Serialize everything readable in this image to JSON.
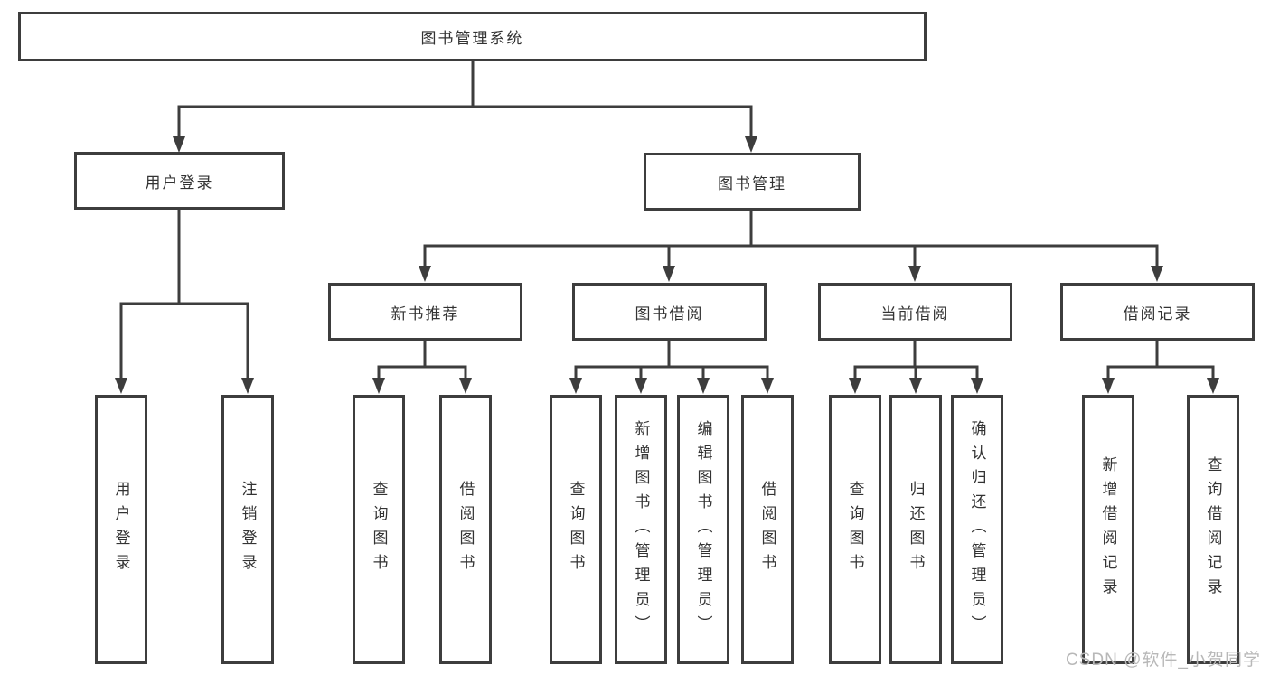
{
  "tree": {
    "label": "图书管理系统",
    "children": [
      {
        "label": "用户登录",
        "children": [
          {
            "label": "用户登录"
          },
          {
            "label": "注销登录"
          }
        ]
      },
      {
        "label": "图书管理",
        "children": [
          {
            "label": "新书推荐",
            "children": [
              {
                "label": "查询图书"
              },
              {
                "label": "借阅图书"
              }
            ]
          },
          {
            "label": "图书借阅",
            "children": [
              {
                "label": "查询图书"
              },
              {
                "label": "新增图书（管理员）"
              },
              {
                "label": "编辑图书（管理员）"
              },
              {
                "label": "借阅图书"
              }
            ]
          },
          {
            "label": "当前借阅",
            "children": [
              {
                "label": "查询图书"
              },
              {
                "label": "归还图书"
              },
              {
                "label": "确认归还（管理员）"
              }
            ]
          },
          {
            "label": "借阅记录",
            "children": [
              {
                "label": "新增借阅记录"
              },
              {
                "label": "查询借阅记录"
              }
            ]
          }
        ]
      }
    ]
  },
  "watermark": {
    "text": "CSDN @软件_小贺同学"
  },
  "colors": {
    "line": "#3d3d3d",
    "box_border": "#3d3d3d",
    "text": "#333333",
    "watermark": "#b8b8b8",
    "background": "#ffffff"
  }
}
